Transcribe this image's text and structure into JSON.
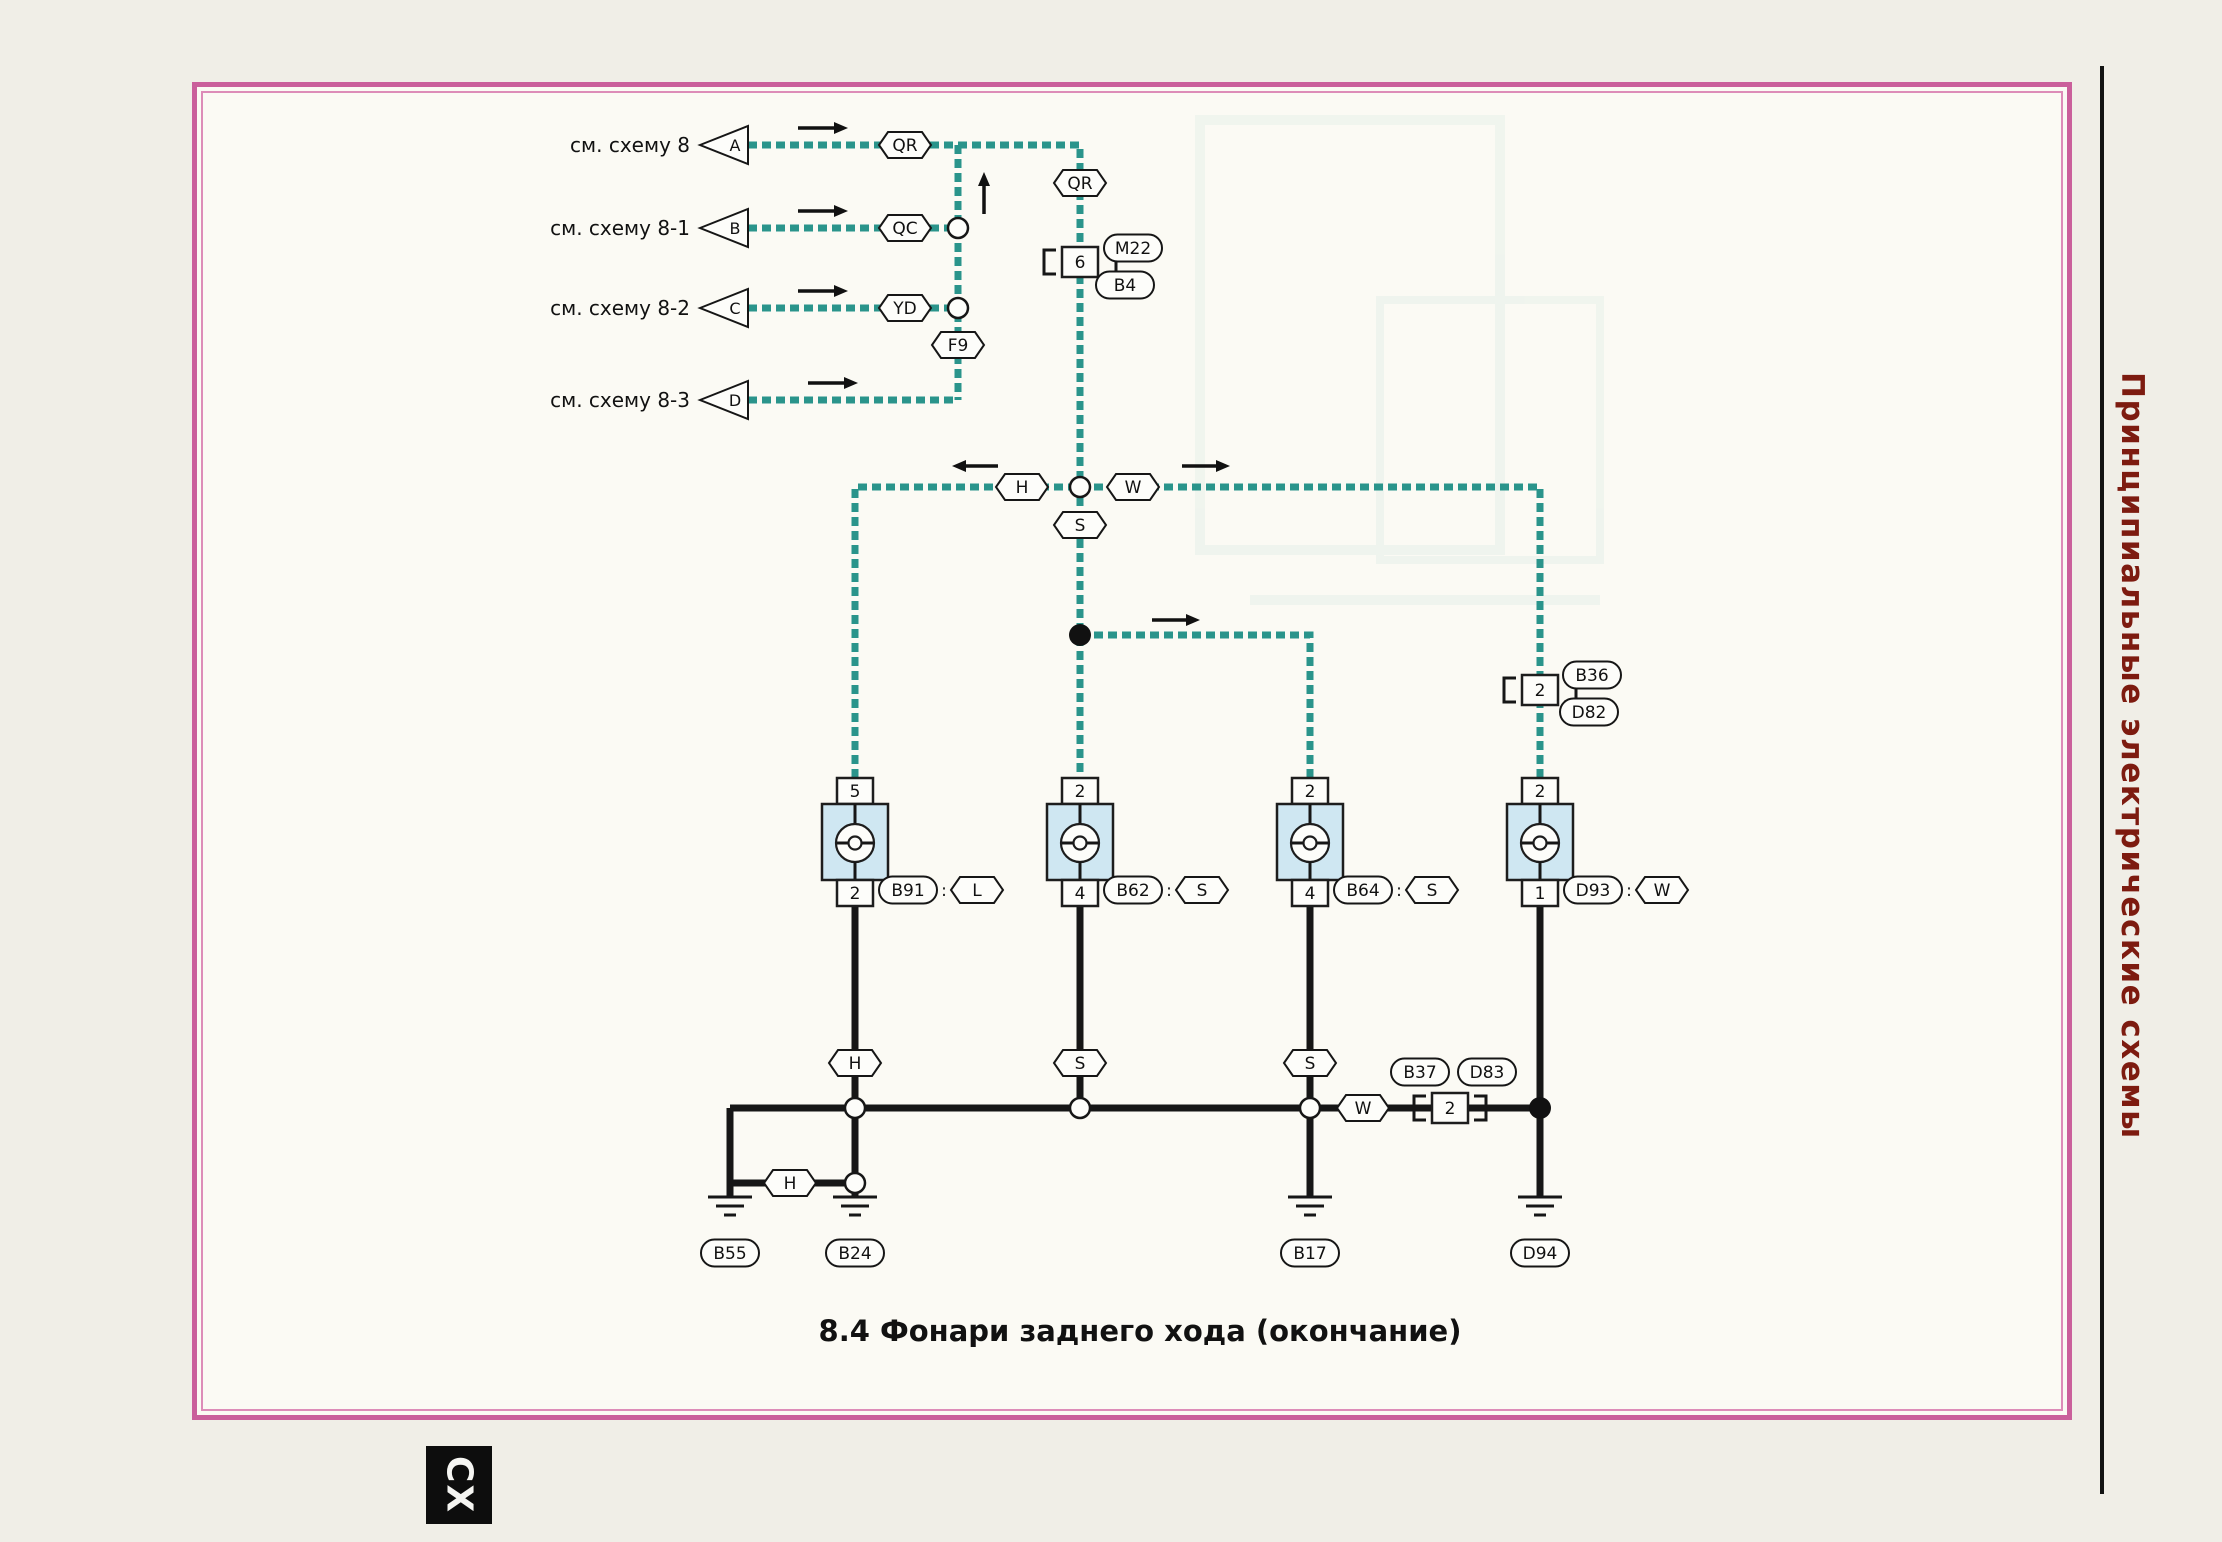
{
  "title": "8.4 Фонари заднего хода (окончание)",
  "sidebar": {
    "text": "Принципиальные электрические схемы"
  },
  "corner_tab": {
    "text": "СХ"
  },
  "refs": [
    {
      "label": "см. схему 8",
      "pin": "A"
    },
    {
      "label": "см. схему 8-1",
      "pin": "B"
    },
    {
      "label": "см. схему 8-2",
      "pin": "C"
    },
    {
      "label": "см. схему 8-3",
      "pin": "D"
    }
  ],
  "wire_tags": {
    "qr_top": "QR",
    "qr_trunk": "QR",
    "qc": "QC",
    "yd": "YD",
    "f9": "F9",
    "h_mid": "H",
    "w_mid": "W",
    "s_mid": "S",
    "h_lamp1": "H",
    "s_lamp2": "S",
    "s_lamp3": "S",
    "w_bus": "W",
    "h_gnd": "H"
  },
  "connectors": {
    "c1": {
      "pin": "6",
      "top": "M22",
      "bottom": "B4"
    },
    "c2": {
      "pin": "2",
      "top": "B36",
      "bottom": "D82"
    },
    "c3": {
      "pin": "2",
      "left": "B37",
      "right": "D83"
    }
  },
  "lamps": [
    {
      "id": "B91",
      "sep": ":",
      "code": "L",
      "pin_top": "5",
      "pin_bottom": "2"
    },
    {
      "id": "B62",
      "sep": ":",
      "code": "S",
      "pin_top": "2",
      "pin_bottom": "4"
    },
    {
      "id": "B64",
      "sep": ":",
      "code": "S",
      "pin_top": "2",
      "pin_bottom": "4"
    },
    {
      "id": "D93",
      "sep": ":",
      "code": "W",
      "pin_top": "2",
      "pin_bottom": "1"
    }
  ],
  "grounds": [
    {
      "id": "B55"
    },
    {
      "id": "B24"
    },
    {
      "id": "B17"
    },
    {
      "id": "D94"
    }
  ],
  "colors": {
    "wire_teal": "#2a948b",
    "wire_black": "#161616",
    "frame_pink": "#ca5f9b",
    "sidebar_red": "#7d1b10",
    "lamp_fill": "#cfe7f2"
  }
}
